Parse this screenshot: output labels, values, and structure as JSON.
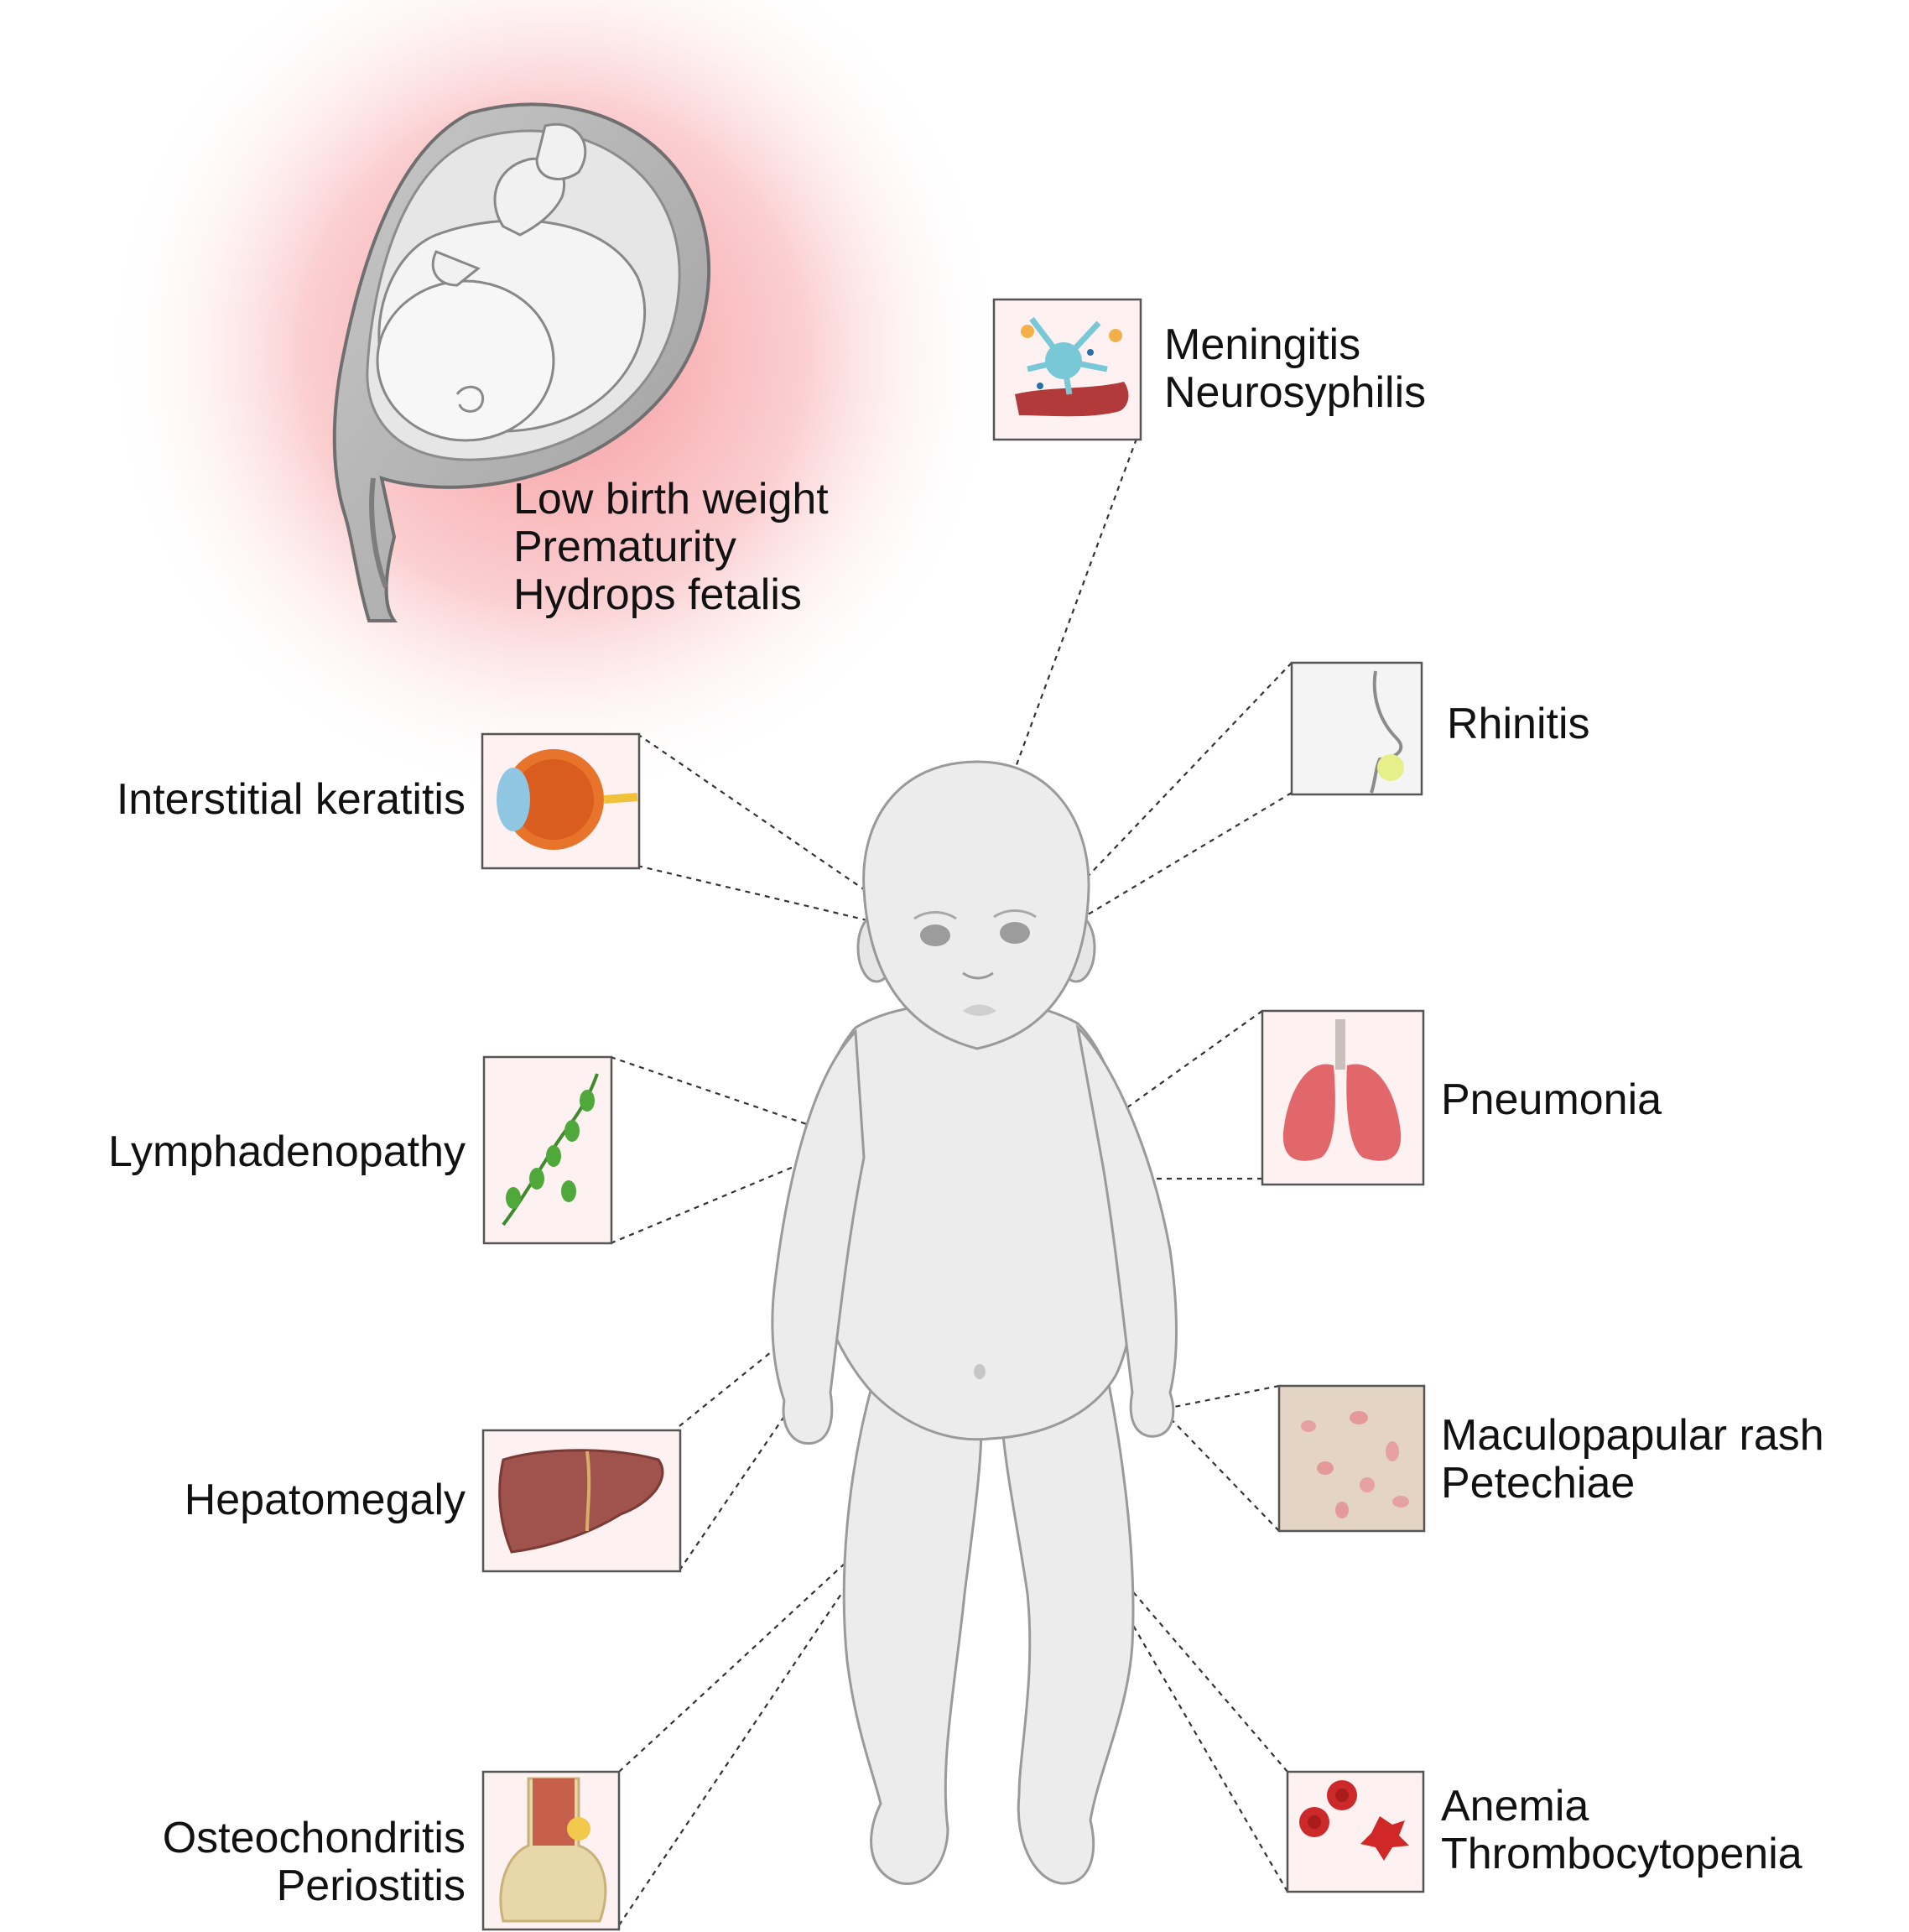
{
  "colors": {
    "glow": "#f7a5a8",
    "box_fill": "#fdf1f1",
    "skin": "#ececec",
    "skin_stroke": "#9a9a9a",
    "label": "#111111"
  },
  "prenatal": {
    "lines": [
      "Low birth weight",
      "Prematurity",
      "Hydrops fetalis"
    ]
  },
  "findings": [
    {
      "id": "neuro",
      "icon": "neuron-icon",
      "lines": [
        "Meningitis",
        "Neurosyphilis"
      ]
    },
    {
      "id": "nose",
      "icon": "nose-icon",
      "lines": [
        "Rhinitis"
      ]
    },
    {
      "id": "eye",
      "icon": "eye-icon",
      "lines": [
        "Interstitial keratitis"
      ]
    },
    {
      "id": "lymph",
      "icon": "lymph-node-icon",
      "lines": [
        "Lymphadenopathy"
      ]
    },
    {
      "id": "lung",
      "icon": "lungs-icon",
      "lines": [
        "Pneumonia"
      ]
    },
    {
      "id": "liver",
      "icon": "liver-icon",
      "lines": [
        "Hepatomegaly"
      ]
    },
    {
      "id": "skin",
      "icon": "rash-icon",
      "lines": [
        "Maculopapular rash",
        "Petechiae"
      ]
    },
    {
      "id": "bone",
      "icon": "bone-icon",
      "lines": [
        "Osteochondritis",
        "Periostitis"
      ]
    },
    {
      "id": "blood",
      "icon": "blood-cells-icon",
      "lines": [
        "Anemia",
        "Thrombocytopenia"
      ]
    }
  ]
}
